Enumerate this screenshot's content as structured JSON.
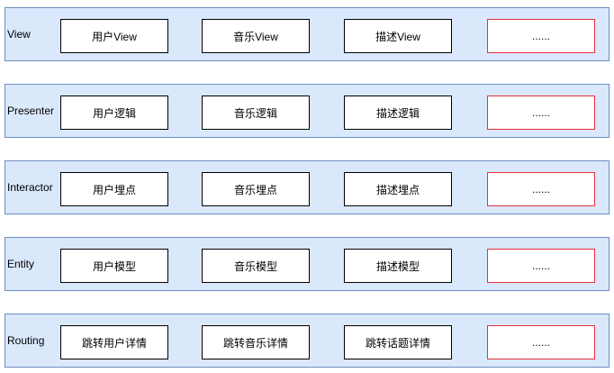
{
  "layers": [
    {
      "label": "View",
      "cells": [
        "用户View",
        "音乐View",
        "描述View",
        "......"
      ]
    },
    {
      "label": "Presenter",
      "cells": [
        "用户逻辑",
        "音乐逻辑",
        "描述逻辑",
        "......"
      ]
    },
    {
      "label": "Interactor",
      "cells": [
        "用户埋点",
        "音乐埋点",
        "描述埋点",
        "......"
      ]
    },
    {
      "label": "Entity",
      "cells": [
        "用户模型",
        "音乐模型",
        "描述模型",
        "......"
      ]
    },
    {
      "label": "Routing",
      "cells": [
        "跳转用户详情",
        "跳转音乐详情",
        "跳转话题详情",
        "......"
      ]
    }
  ],
  "colors": {
    "layer_fill": "#dae8fc",
    "layer_border": "#6c8ebf",
    "placeholder_border": "#e8303a"
  }
}
